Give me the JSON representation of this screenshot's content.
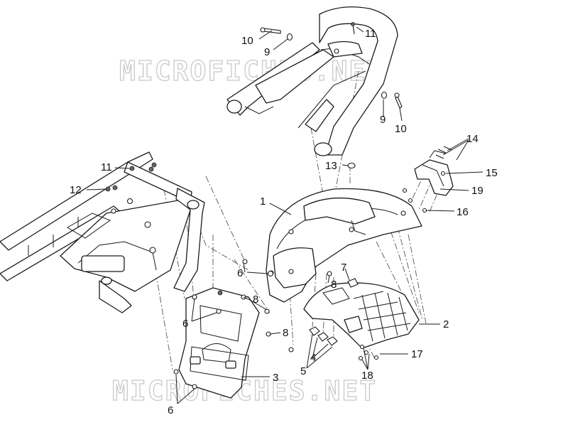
{
  "watermark": "MICROFICHES.NET",
  "callouts": [
    {
      "id": "c10a",
      "label": "10"
    },
    {
      "id": "c9a",
      "label": "9"
    },
    {
      "id": "c11a",
      "label": "11"
    },
    {
      "id": "c9b",
      "label": "9"
    },
    {
      "id": "c10b",
      "label": "10"
    },
    {
      "id": "c14",
      "label": "14"
    },
    {
      "id": "c15",
      "label": "15"
    },
    {
      "id": "c19",
      "label": "19"
    },
    {
      "id": "c16",
      "label": "16"
    },
    {
      "id": "c13",
      "label": "13"
    },
    {
      "id": "c1",
      "label": "1"
    },
    {
      "id": "c11b",
      "label": "11"
    },
    {
      "id": "c12",
      "label": "12"
    },
    {
      "id": "c7",
      "label": "7"
    },
    {
      "id": "c6a",
      "label": "6"
    },
    {
      "id": "c8a",
      "label": "8"
    },
    {
      "id": "c8b",
      "label": "8"
    },
    {
      "id": "c6b",
      "label": "6"
    },
    {
      "id": "c8c",
      "label": "8"
    },
    {
      "id": "c2",
      "label": "2"
    },
    {
      "id": "c4",
      "label": "4"
    },
    {
      "id": "c5",
      "label": "5"
    },
    {
      "id": "c17",
      "label": "17"
    },
    {
      "id": "c18",
      "label": "18"
    },
    {
      "id": "c3",
      "label": "3"
    },
    {
      "id": "c6c",
      "label": "6"
    }
  ]
}
